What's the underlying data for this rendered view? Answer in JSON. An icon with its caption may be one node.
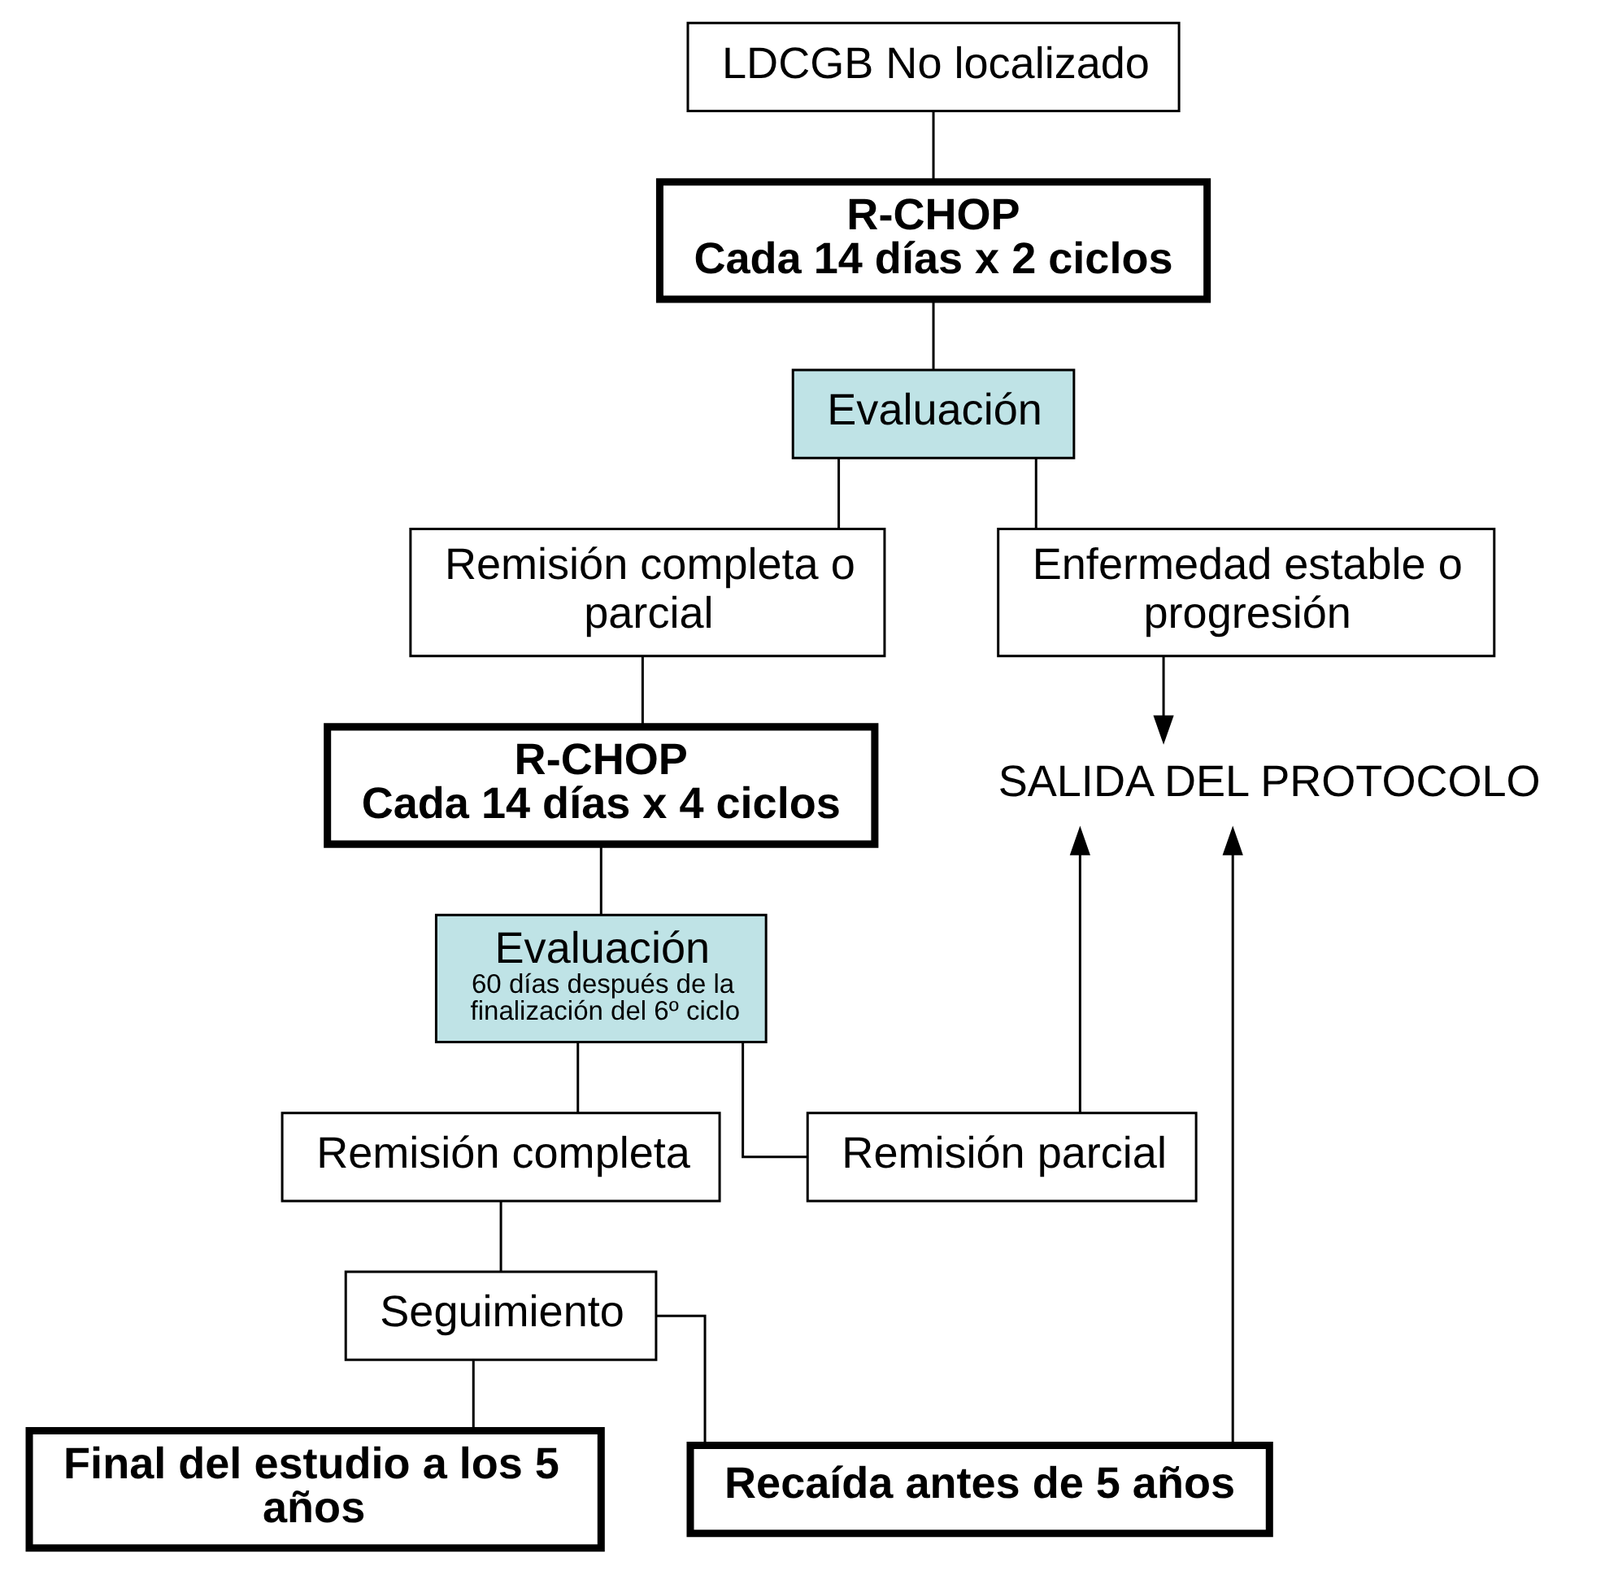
{
  "diagram": {
    "nodes": [
      {
        "text": [
          "LDCGB No localizado"
        ]
      },
      {
        "text": [
          "R-CHOP",
          "Cada 14 días x 2 ciclos"
        ]
      },
      {
        "text": [
          "Evaluación"
        ]
      },
      {
        "text": [
          "Remisión completa o parcial"
        ]
      },
      {
        "text": [
          "Enfermedad estable o progresión"
        ]
      },
      {
        "text": [
          "SALIDA DEL PROTOCOLO"
        ]
      },
      {
        "text": [
          "R-CHOP",
          "Cada 14 días x 4 ciclos"
        ]
      },
      {
        "text": [
          "Evaluación",
          "60 días después de la finalización del 6º ciclo"
        ]
      },
      {
        "text": [
          "Remisión completa"
        ]
      },
      {
        "text": [
          "Remisión parcial"
        ]
      },
      {
        "text": [
          "Seguimiento"
        ]
      },
      {
        "text": [
          "Final del estudio a los 5 años"
        ]
      },
      {
        "text": [
          "Recaída antes de 5 años"
        ]
      }
    ],
    "edges": [
      {
        "from": 0,
        "to": 1,
        "arrow": "none"
      },
      {
        "from": 1,
        "to": 2,
        "arrow": "none"
      },
      {
        "from": 2,
        "to": 3,
        "arrow": "none"
      },
      {
        "from": 2,
        "to": 4,
        "arrow": "none"
      },
      {
        "from": 4,
        "to": 5,
        "arrow": "to"
      },
      {
        "from": 3,
        "to": 6,
        "arrow": "none"
      },
      {
        "from": 6,
        "to": 7,
        "arrow": "none"
      },
      {
        "from": 7,
        "to": 8,
        "arrow": "none"
      },
      {
        "from": 7,
        "to": 9,
        "arrow": "none"
      },
      {
        "from": 9,
        "to": 5,
        "arrow": "to"
      },
      {
        "from": 8,
        "to": 10,
        "arrow": "none"
      },
      {
        "from": 10,
        "to": 11,
        "arrow": "none"
      },
      {
        "from": 10,
        "to": 12,
        "arrow": "none"
      },
      {
        "from": 12,
        "to": 5,
        "arrow": "to"
      }
    ]
  }
}
